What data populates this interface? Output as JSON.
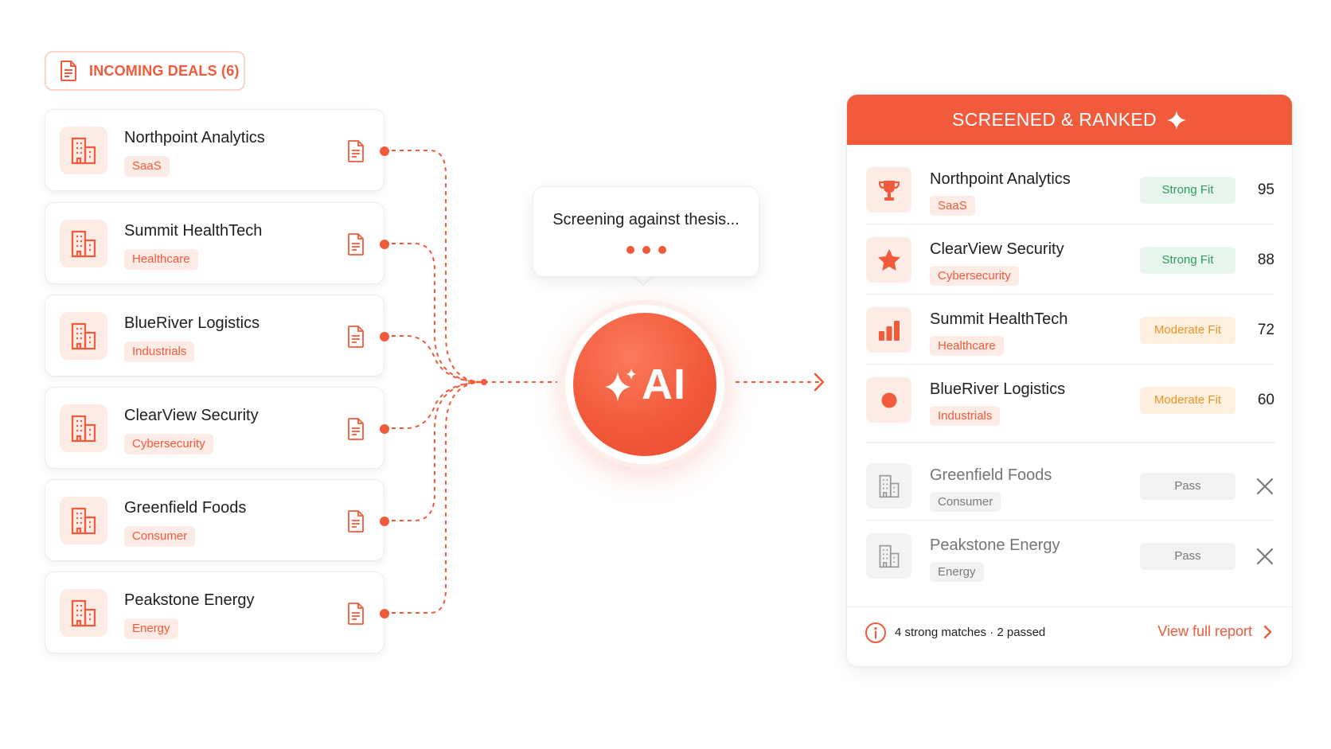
{
  "incoming": {
    "title": "INCOMING DEALS (6)",
    "icon": "document-icon",
    "deals": [
      {
        "name": "Northpoint Analytics",
        "tag": "SaaS"
      },
      {
        "name": "Summit HealthTech",
        "tag": "Healthcare"
      },
      {
        "name": "BlueRiver Logistics",
        "tag": "Industrials"
      },
      {
        "name": "ClearView Security",
        "tag": "Cybersecurity"
      },
      {
        "name": "Greenfield Foods",
        "tag": "Consumer"
      },
      {
        "name": "Peakstone Energy",
        "tag": "Energy"
      }
    ]
  },
  "processing": {
    "bubble_text": "Screening against thesis...",
    "ai_label": "AI"
  },
  "screened": {
    "title": "SCREENED & RANKED",
    "ranked": [
      {
        "name": "Northpoint Analytics",
        "tag": "SaaS",
        "fit": "Strong Fit",
        "score": "95",
        "icon": "trophy-icon"
      },
      {
        "name": "ClearView Security",
        "tag": "Cybersecurity",
        "fit": "Strong Fit",
        "score": "88",
        "icon": "star-icon"
      },
      {
        "name": "Summit HealthTech",
        "tag": "Healthcare",
        "fit": "Moderate Fit",
        "score": "72",
        "icon": "bar-chart-icon"
      },
      {
        "name": "BlueRiver Logistics",
        "tag": "Industrials",
        "fit": "Moderate Fit",
        "score": "60",
        "icon": "dot-icon"
      }
    ],
    "passed": [
      {
        "name": "Greenfield Foods",
        "tag": "Consumer",
        "fit": "Pass"
      },
      {
        "name": "Peakstone Energy",
        "tag": "Energy",
        "fit": "Pass"
      }
    ],
    "footer": {
      "summary": "4 strong matches · 2 passed",
      "link": "View full report"
    }
  },
  "colors": {
    "accent": "#f15a3a",
    "accent_soft": "#fdebe6",
    "strong": "#2e9a5e",
    "moderate": "#e99428",
    "muted": "#7a7a7a"
  }
}
